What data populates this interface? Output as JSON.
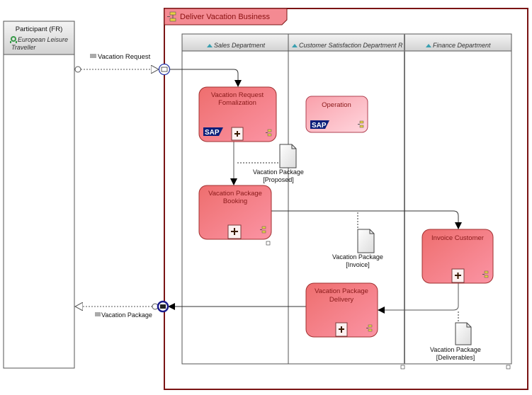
{
  "participant": {
    "title": "Participant (FR)",
    "role_line1": "European Leisure",
    "role_line2": "Traveller"
  },
  "pool": {
    "title": "Deliver Vacation Business"
  },
  "lanes": [
    {
      "label": "Sales Department"
    },
    {
      "label": "Customer Satisfaction Department R"
    },
    {
      "label": "Finance Department"
    }
  ],
  "tasks": {
    "formalization": {
      "line1": "Vacation Request",
      "line2": "Fomalization",
      "sap": "SAP"
    },
    "operation": {
      "line1": "Operation",
      "sap": "SAP"
    },
    "booking": {
      "line1": "Vacation Package",
      "line2": "Booking"
    },
    "invoice": {
      "line1": "Invoice Customer"
    },
    "delivery": {
      "line1": "Vacation Package",
      "line2": "Delivery"
    }
  },
  "documents": {
    "proposed": {
      "line1": "Vacation Package",
      "line2": "[Proposed]"
    },
    "invoice": {
      "line1": "Vacation Package",
      "line2": "[Invoice]"
    },
    "deliverables": {
      "line1": "Vacation Package",
      "line2": "[Deliverables]"
    }
  },
  "messages": {
    "request": "Vacation Request",
    "package": "Vacation Package"
  },
  "colors": {
    "task_fill": "#f07f7f",
    "pool_border": "#7a1414",
    "sap_blue": "#0a1f7a",
    "event_blue": "#1f2a9a"
  }
}
